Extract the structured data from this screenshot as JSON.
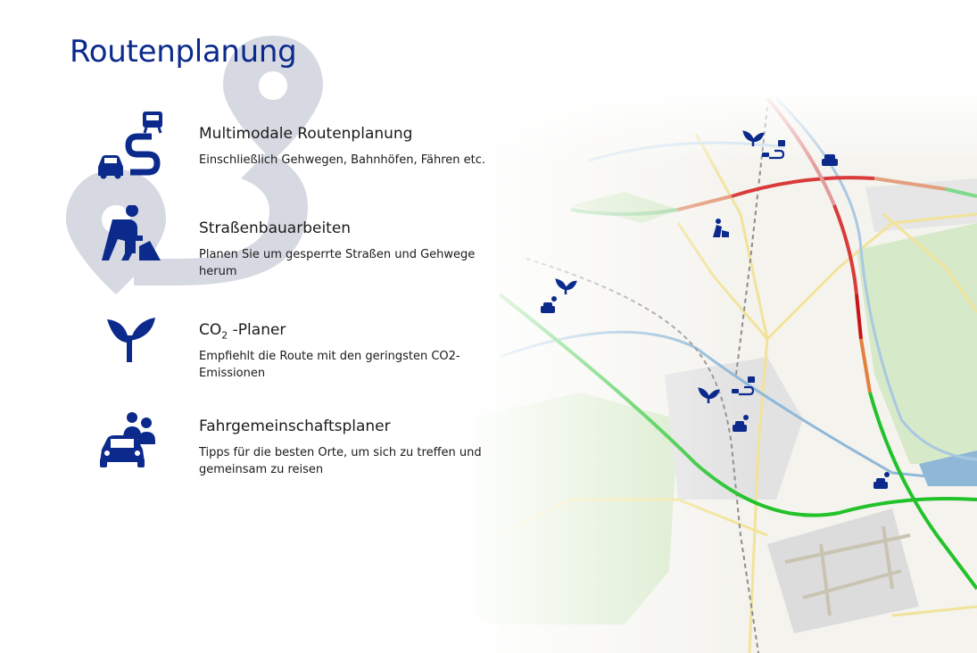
{
  "page": {
    "title": "Routenplanung"
  },
  "features": [
    {
      "id": "multimodal",
      "icon": "route-icon",
      "title": "Multimodale Routenplanung",
      "description": "Einschließlich Gehwegen, Bahnhöfen, Fähren etc."
    },
    {
      "id": "roadworks",
      "icon": "roadworks-icon",
      "title": "Straßenbauarbeiten",
      "description": "Planen Sie um gesperrte Straßen und Gehwege herum"
    },
    {
      "id": "co2",
      "icon": "sprout-icon",
      "title_main": "CO",
      "title_sub": "2",
      "title_rest": " -Planer",
      "description": "Empfiehlt die Route mit den geringsten CO2-Emissionen"
    },
    {
      "id": "carpool",
      "icon": "carpool-icon",
      "title": "Fahrgemeinschaftsplaner",
      "description": "Tipps für die besten Orte, um sich zu treffen und gemeinsam zu reisen"
    }
  ],
  "colors": {
    "brand": "#0b2a8c",
    "text": "#1a1a1a",
    "pin": "#d4d7e0",
    "route_green": "#22c22a",
    "route_red": "#d93a3a",
    "route_orange": "#e3803e",
    "water": "#8fb8d8"
  }
}
